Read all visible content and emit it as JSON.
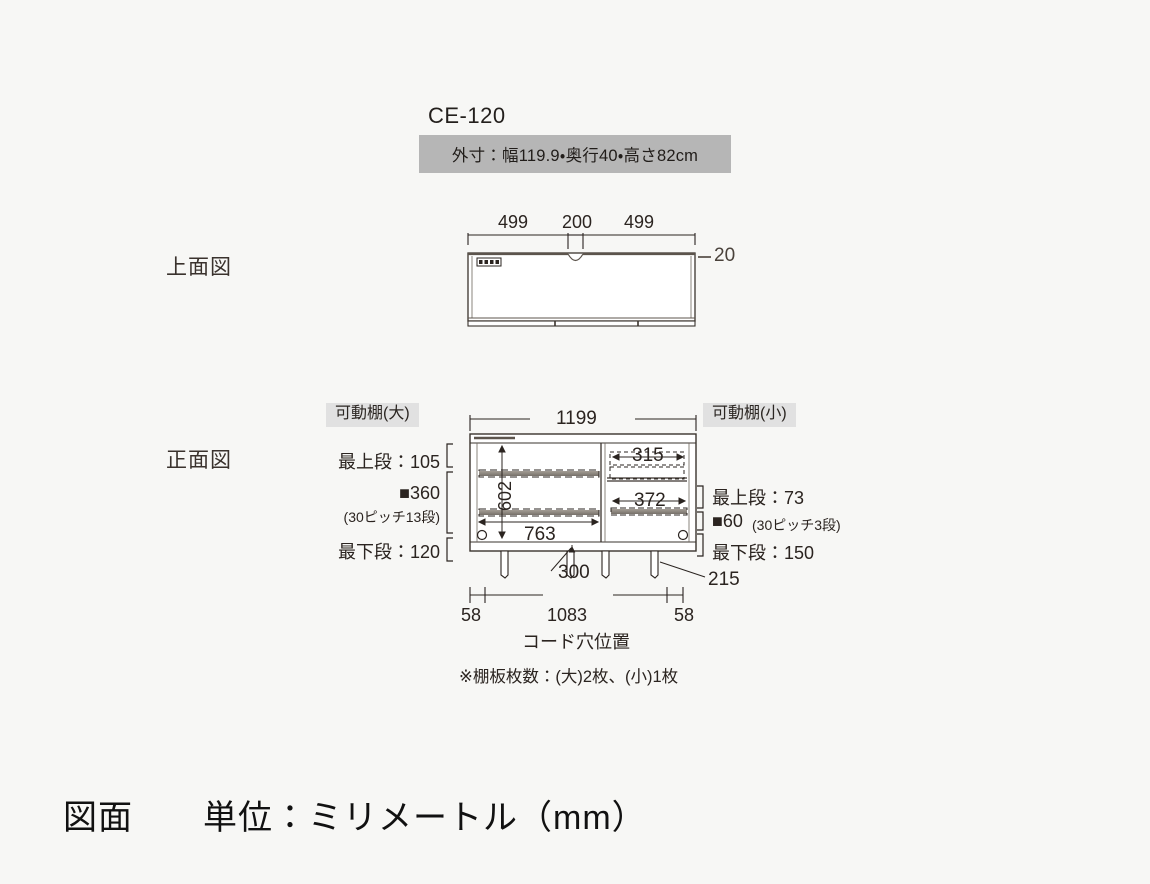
{
  "model": {
    "name": "CE-120",
    "spec": "外寸：幅119.9・奥行40・高さ82cm"
  },
  "views": {
    "top_label": "上面図",
    "front_label": "正面図"
  },
  "top_view": {
    "dims": [
      "499",
      "200",
      "499"
    ],
    "depth_note": "20"
  },
  "front_view": {
    "overall_width": "1199",
    "inner_height": "602",
    "left_bay_width": "763",
    "right_upper_width": "315",
    "right_lower_width": "372",
    "leg_height": "300",
    "leg_inset_note": "215",
    "foot_left": "58",
    "foot_span": "1083",
    "foot_right": "58",
    "cord_hole_label": "コード穴位置"
  },
  "shelves": {
    "large": {
      "chip": "可動棚(大)",
      "top_label": "最上段：105",
      "pitch_label": "■360",
      "pitch_sub": "(30ピッチ13段)",
      "bottom_label": "最下段：120"
    },
    "small": {
      "chip": "可動棚(小)",
      "top_label": "最上段：73",
      "pitch_label": "■60",
      "pitch_sub": "(30ピッチ3段)",
      "bottom_label": "最下段：150"
    }
  },
  "footnote": "※棚板枚数：(大)2枚、(小)1枚",
  "sheet": {
    "title": "図面　　単位：ミリメートル（mm）"
  },
  "colors": {
    "background": "#f7f7f5",
    "spec_bar": "#b6b6b6",
    "chip": "#e1e1e1",
    "line": "#2b2420",
    "shelf_fill": "#8e8880"
  }
}
